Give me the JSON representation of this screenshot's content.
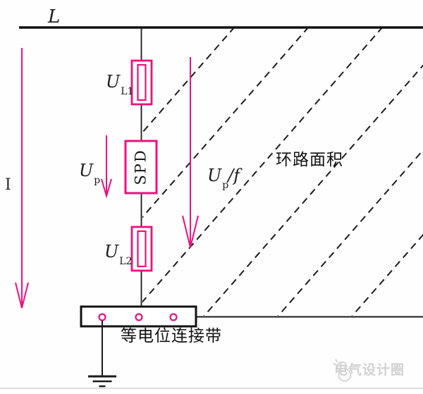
{
  "diagram": {
    "phase_label": "L",
    "current_label": "I",
    "spd_label": "SPD",
    "ul1": {
      "base": "U",
      "sub": "L1"
    },
    "ul2": {
      "base": "U",
      "sub": "L2"
    },
    "up": {
      "base": "U",
      "sub": "p"
    },
    "upf": {
      "base": "U",
      "sub": "p",
      "suffix": "/f"
    },
    "loop_area_label": "环路面积",
    "bonding_label": "等电位连接带"
  },
  "watermark": {
    "brand": "电气设计圈"
  },
  "colors": {
    "magenta": "#e9127f",
    "line_black": "#1a1a1a",
    "watermark_gray": "#d2d2d2",
    "background": "#ffffff"
  }
}
